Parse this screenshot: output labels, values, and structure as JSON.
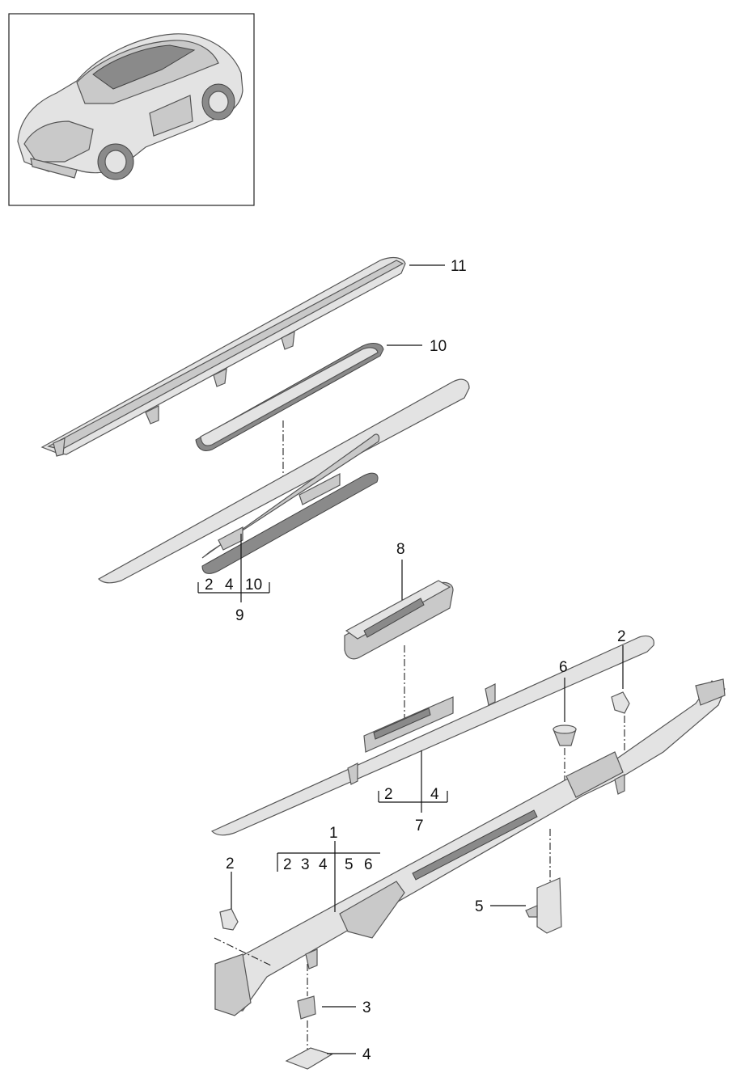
{
  "callouts": [
    {
      "id": "11",
      "text": "11"
    },
    {
      "id": "10",
      "text": "10"
    },
    {
      "id": "9",
      "text": "9"
    },
    {
      "id": "8",
      "text": "8"
    },
    {
      "id": "7",
      "text": "7"
    },
    {
      "id": "6",
      "text": "6"
    },
    {
      "id": "5",
      "text": "5"
    },
    {
      "id": "4",
      "text": "4"
    },
    {
      "id": "3",
      "text": "3"
    },
    {
      "id": "2a",
      "text": "2"
    },
    {
      "id": "2b",
      "text": "2"
    },
    {
      "id": "1",
      "text": "1"
    }
  ],
  "groups": {
    "group9": [
      "2",
      "4",
      "10"
    ],
    "group7": [
      "2",
      "4"
    ],
    "group1": [
      "2",
      "3",
      "4",
      "5",
      "6"
    ]
  }
}
